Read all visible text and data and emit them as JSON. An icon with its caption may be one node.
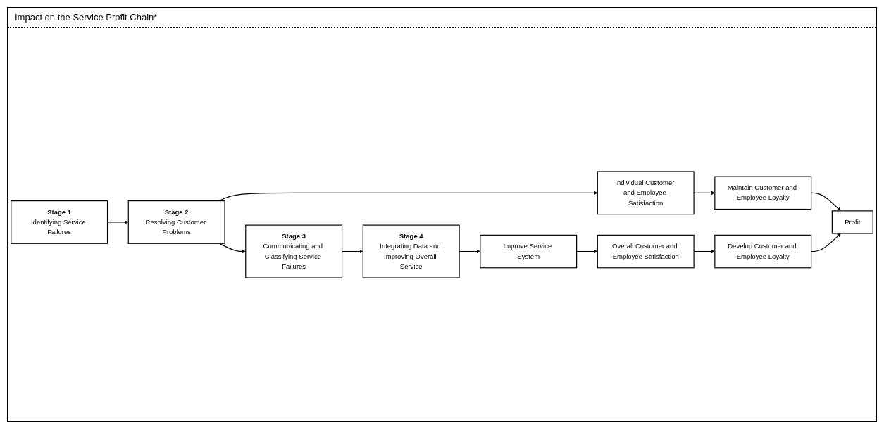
{
  "diagram": {
    "nodes": [
      {
        "text": [
          "Stage 1",
          "Identifying Service Failures"
        ]
      },
      {
        "text": [
          "Stage 2",
          "Resolving Customer Problems"
        ]
      },
      {
        "text": [
          "Stage 3",
          "Communicating and Classifying Service Failures"
        ]
      },
      {
        "text": [
          "Stage 4",
          "Integrating Data and Improving Overall Service"
        ]
      },
      {
        "text": [
          "Individual Customer and Employee Satisfaction"
        ]
      },
      {
        "text": [
          "Maintain Customer and Employee Loyalty"
        ]
      },
      {
        "text": [
          "Improve Service System"
        ]
      },
      {
        "text": [
          "Overall Customer and Employee Satisfaction"
        ]
      },
      {
        "text": [
          "Profit"
        ]
      },
      {
        "text": [
          "Develop Customer and Employee Loyalty"
        ]
      }
    ],
    "edges": [
      {
        "from": 0,
        "to": 1,
        "arrow": "to"
      },
      {
        "from": 1,
        "to": 2,
        "arrow": "to"
      },
      {
        "from": 2,
        "to": 3,
        "arrow": "to"
      },
      {
        "from": 1,
        "to": 4,
        "arrow": "to"
      },
      {
        "from": 3,
        "to": 6,
        "arrow": "to"
      },
      {
        "from": 4,
        "to": 5,
        "arrow": "to"
      },
      {
        "from": 6,
        "to": 7,
        "arrow": "to"
      },
      {
        "from": 7,
        "to": 9,
        "arrow": "to"
      },
      {
        "from": 5,
        "to": 8,
        "arrow": "to"
      },
      {
        "from": 9,
        "to": 8,
        "arrow": "to"
      }
    ],
    "labels": [
      "Impact on the Service Profit Chain*"
    ]
  }
}
